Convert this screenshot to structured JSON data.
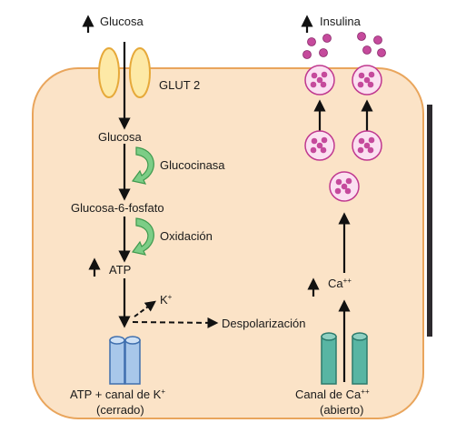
{
  "labels": {
    "glucose_outside": "Glucosa",
    "insulin": "Insulina",
    "glut2": "GLUT 2",
    "glucose_inside": "Glucosa",
    "glucokinase": "Glucocinasa",
    "g6p": "Glucosa-6-fosfato",
    "oxidation": "Oxidación",
    "atp": "ATP",
    "k_ion": "K",
    "k_ion_charge": "+",
    "depolarization": "Despolarización",
    "ca_ion": "Ca",
    "ca_ion_charge": "++",
    "katp_line1_text": "ATP + canal de K",
    "katp_line1_charge": "+",
    "katp_line2": "(cerrado)",
    "ca_line1_text": "Canal de Ca",
    "ca_line1_charge": "++",
    "ca_line2": "(abierto)"
  },
  "colors": {
    "cell_fill": "#fbe3c7",
    "cell_stroke": "#e9a55c",
    "glut_fill": "#fde9a6",
    "glut_stroke": "#e6a93a",
    "enzyme_arrow": "#7ccd86",
    "enzyme_arrow_stroke": "#3f9a4e",
    "katp_channel": "#a8c7ea",
    "katp_channel_stroke": "#3f6fae",
    "ca_channel": "#58b5a3",
    "ca_channel_stroke": "#2c7b6c",
    "granule_fill": "#fbe0f1",
    "granule_stroke": "#c0388f",
    "insulin_dot": "#c54a9c"
  },
  "icons": [
    "up-arrow-icon",
    "curved-arrow-icon",
    "granule-icon"
  ]
}
